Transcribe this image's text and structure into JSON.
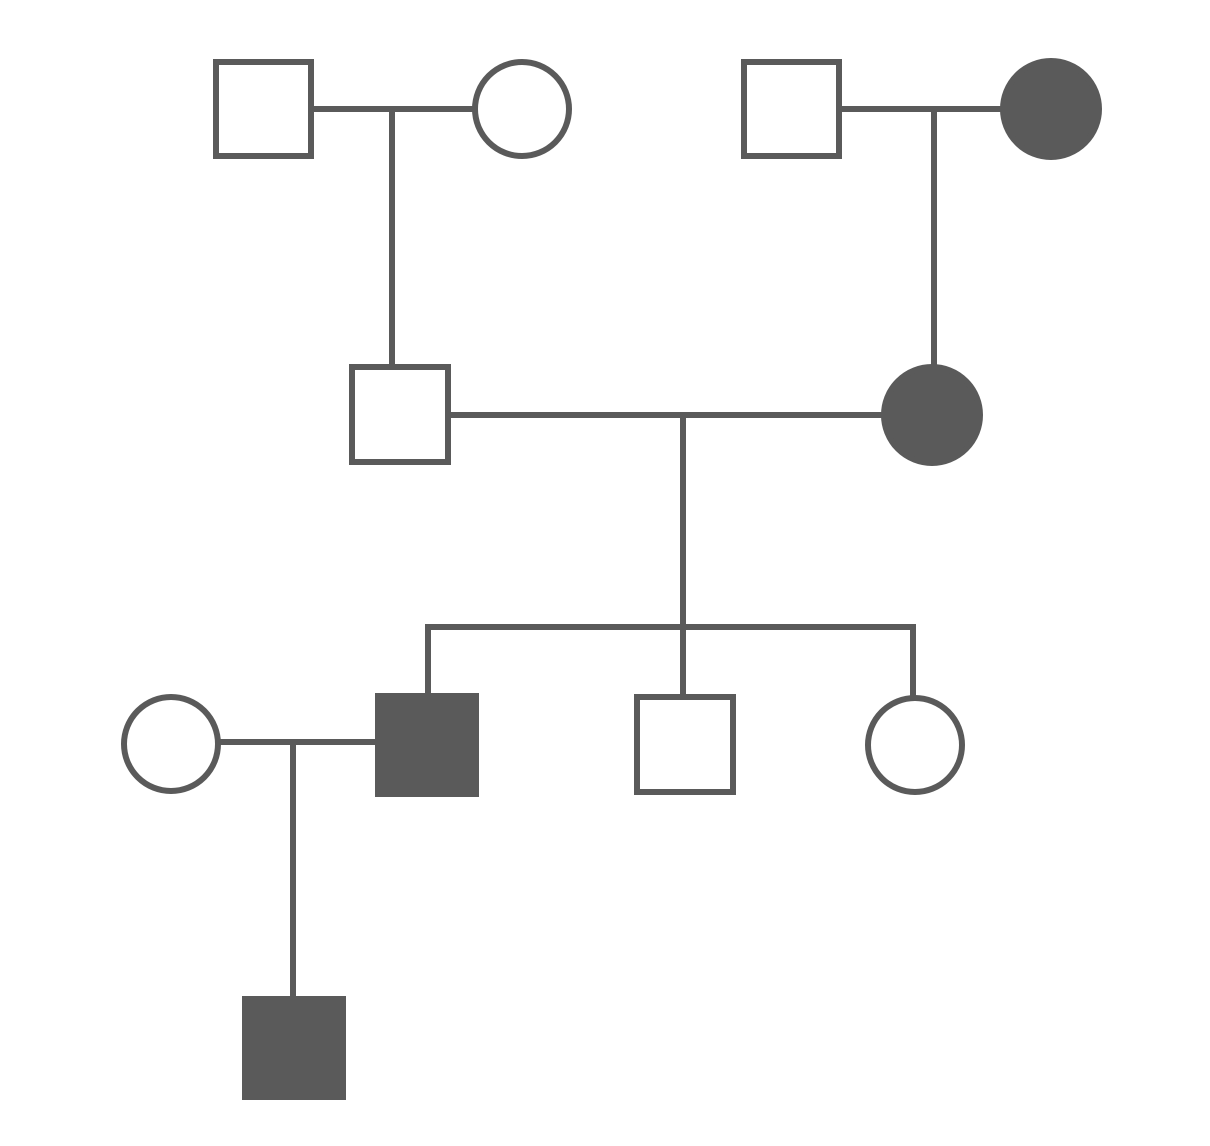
{
  "colors": {
    "stroke": "#5a5a5a",
    "affected_fill": "#5a5a5a",
    "unaffected_fill": "#ffffff",
    "background": "#ffffff"
  },
  "pedigree": {
    "generations": [
      {
        "generation": 1,
        "individuals": [
          {
            "id": "g1-paternal-grandfather",
            "sex": "male",
            "affected": false
          },
          {
            "id": "g1-paternal-grandmother",
            "sex": "female",
            "affected": false
          },
          {
            "id": "g1-maternal-grandfather",
            "sex": "male",
            "affected": false
          },
          {
            "id": "g1-maternal-grandmother",
            "sex": "female",
            "affected": true
          }
        ]
      },
      {
        "generation": 2,
        "individuals": [
          {
            "id": "g2-father",
            "sex": "male",
            "affected": false
          },
          {
            "id": "g2-mother",
            "sex": "female",
            "affected": true
          }
        ]
      },
      {
        "generation": 3,
        "individuals": [
          {
            "id": "g3-spouse",
            "sex": "female",
            "affected": false
          },
          {
            "id": "g3-son-affected",
            "sex": "male",
            "affected": true
          },
          {
            "id": "g3-son",
            "sex": "male",
            "affected": false
          },
          {
            "id": "g3-daughter",
            "sex": "female",
            "affected": false
          }
        ]
      },
      {
        "generation": 4,
        "individuals": [
          {
            "id": "g4-grandson",
            "sex": "male",
            "affected": true
          }
        ]
      }
    ],
    "matings": [
      {
        "partners": [
          "g1-paternal-grandfather",
          "g1-paternal-grandmother"
        ],
        "children": [
          "g2-father"
        ]
      },
      {
        "partners": [
          "g1-maternal-grandfather",
          "g1-maternal-grandmother"
        ],
        "children": [
          "g2-mother"
        ]
      },
      {
        "partners": [
          "g2-father",
          "g2-mother"
        ],
        "children": [
          "g3-son-affected",
          "g3-son",
          "g3-daughter"
        ]
      },
      {
        "partners": [
          "g3-spouse",
          "g3-son-affected"
        ],
        "children": [
          "g4-grandson"
        ]
      }
    ]
  }
}
